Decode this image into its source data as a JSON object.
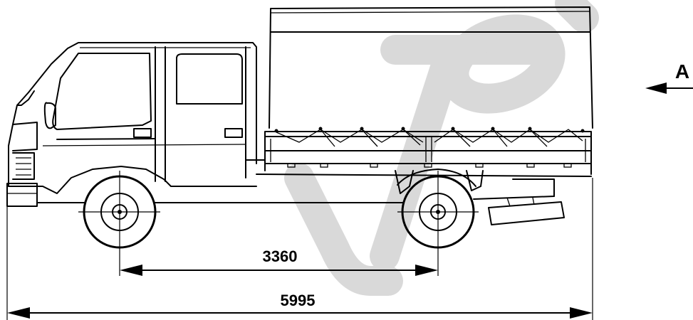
{
  "dimensions": {
    "wheelbase_label": "3360",
    "overall_length_label": "5995"
  },
  "view": {
    "marker_label": "A"
  },
  "colors": {
    "line": "#000000",
    "watermark": "#d9d9d9",
    "background": "#ffffff"
  }
}
